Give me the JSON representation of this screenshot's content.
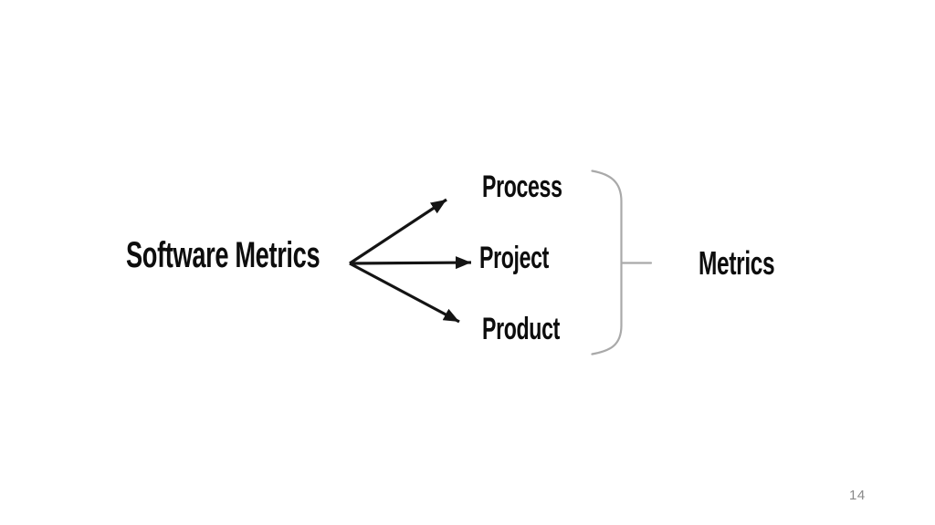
{
  "slide": {
    "page_number": "14"
  },
  "diagram": {
    "source_label": "Software Metrics",
    "targets": [
      {
        "label": "Process"
      },
      {
        "label": "Project"
      },
      {
        "label": "Product"
      }
    ],
    "group_label": "Metrics"
  },
  "colors": {
    "text": "#0d0d0d",
    "arrow": "#141414",
    "brace": "#a9a9a9",
    "page_number": "#898989",
    "background": "#ffffff"
  }
}
